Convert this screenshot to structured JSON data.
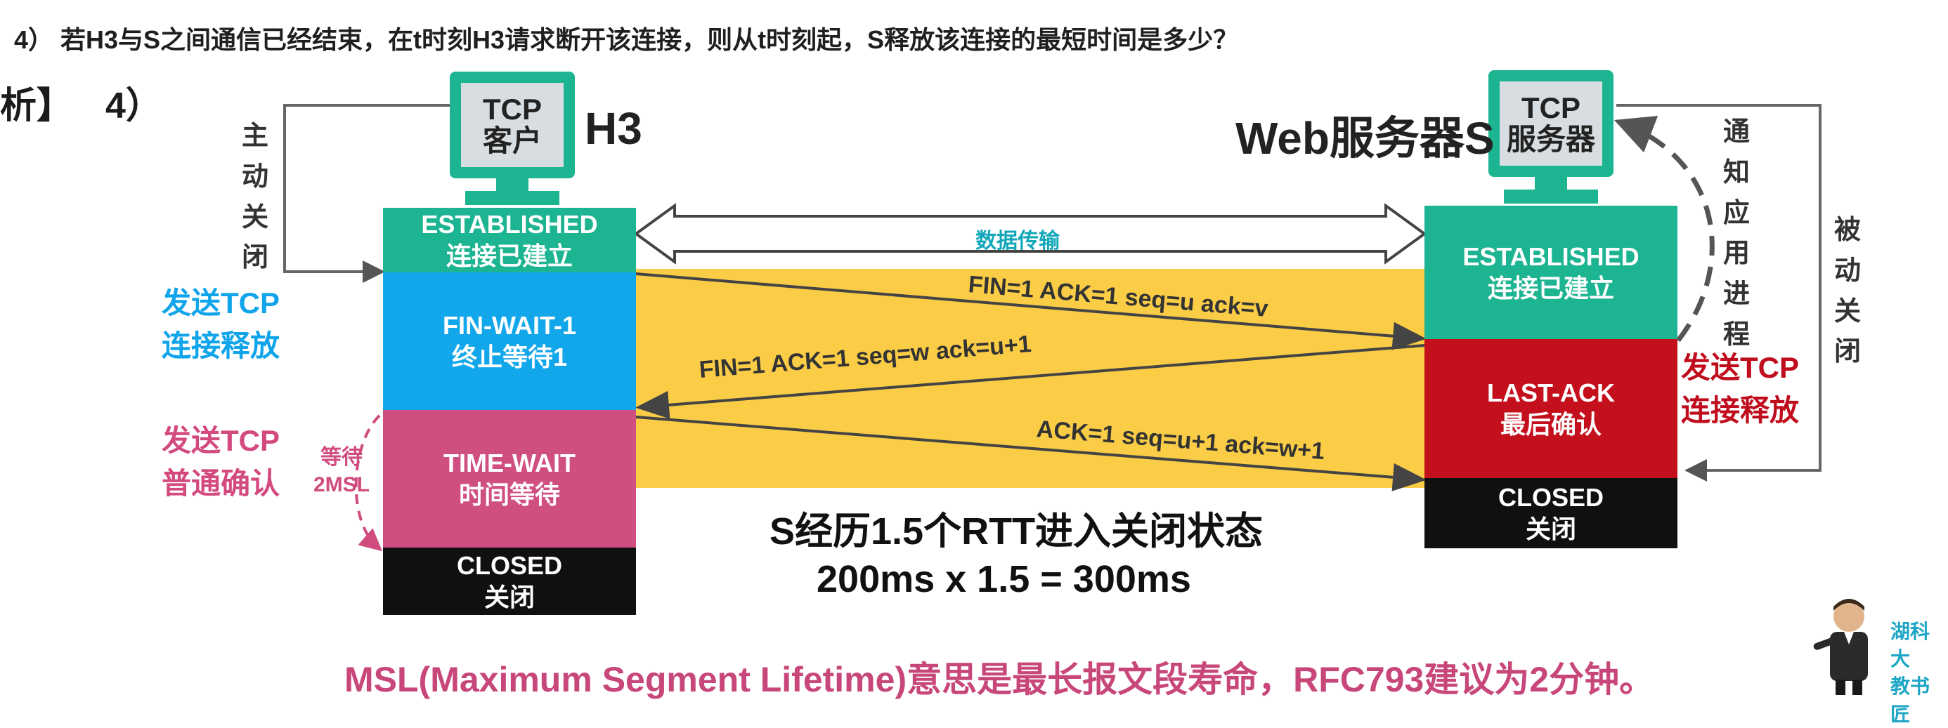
{
  "question": "4） 若H3与S之间通信已经结束，在t时刻H3请求断开该连接，则从t时刻起，S释放该连接的最短时间是多少？",
  "section_label": "析】",
  "section_number": "4）",
  "client": {
    "monitor_line1": "TCP",
    "monitor_line2": "客户",
    "name": "H3",
    "active_close": "主动关闭",
    "states": [
      {
        "en": "ESTABLISHED",
        "zh": "连接已建立"
      },
      {
        "en": "FIN-WAIT-1",
        "zh": "终止等待1"
      },
      {
        "en": "TIME-WAIT",
        "zh": "时间等待"
      },
      {
        "en": "CLOSED",
        "zh": "关闭"
      }
    ],
    "send_release_1": "发送TCP",
    "send_release_2": "连接释放",
    "send_ack_1": "发送TCP",
    "send_ack_2": "普通确认",
    "wait_1": "等待",
    "wait_2": "2MSL"
  },
  "server": {
    "name": "Web服务器S",
    "monitor_line1": "TCP",
    "monitor_line2": "服务器",
    "notify_app": "通知应用进程",
    "passive_close": "被动关闭",
    "states": [
      {
        "en": "ESTABLISHED",
        "zh": "连接已建立"
      },
      {
        "en": "LAST-ACK",
        "zh": "最后确认"
      },
      {
        "en": "CLOSED",
        "zh": "关闭"
      }
    ],
    "send_release_1": "发送TCP",
    "send_release_2": "连接释放"
  },
  "data_transfer": "数据传输",
  "messages": [
    {
      "text": "FIN=1   ACK=1   seq=u   ack=v"
    },
    {
      "text": "FIN=1   ACK=1     seq=w     ack=u+1"
    },
    {
      "text": "ACK=1   seq=u+1   ack=w+1"
    }
  ],
  "result_line1": "S经历1.5个RTT进入关闭状态",
  "result_line2": "200ms x 1.5 = 300ms",
  "footnote": "MSL(Maximum Segment Lifetime)意思是最长报文段寿命，RFC793建议为2分钟。",
  "teacher_caption_1": "湖科大",
  "teacher_caption_2": "教书匠",
  "colors": {
    "established": "#1db491",
    "fin_wait": "#12a7ea",
    "time_wait": "#cf4f80",
    "last_ack": "#c40f1c",
    "closed": "#101010",
    "band": "#fbcd46"
  }
}
